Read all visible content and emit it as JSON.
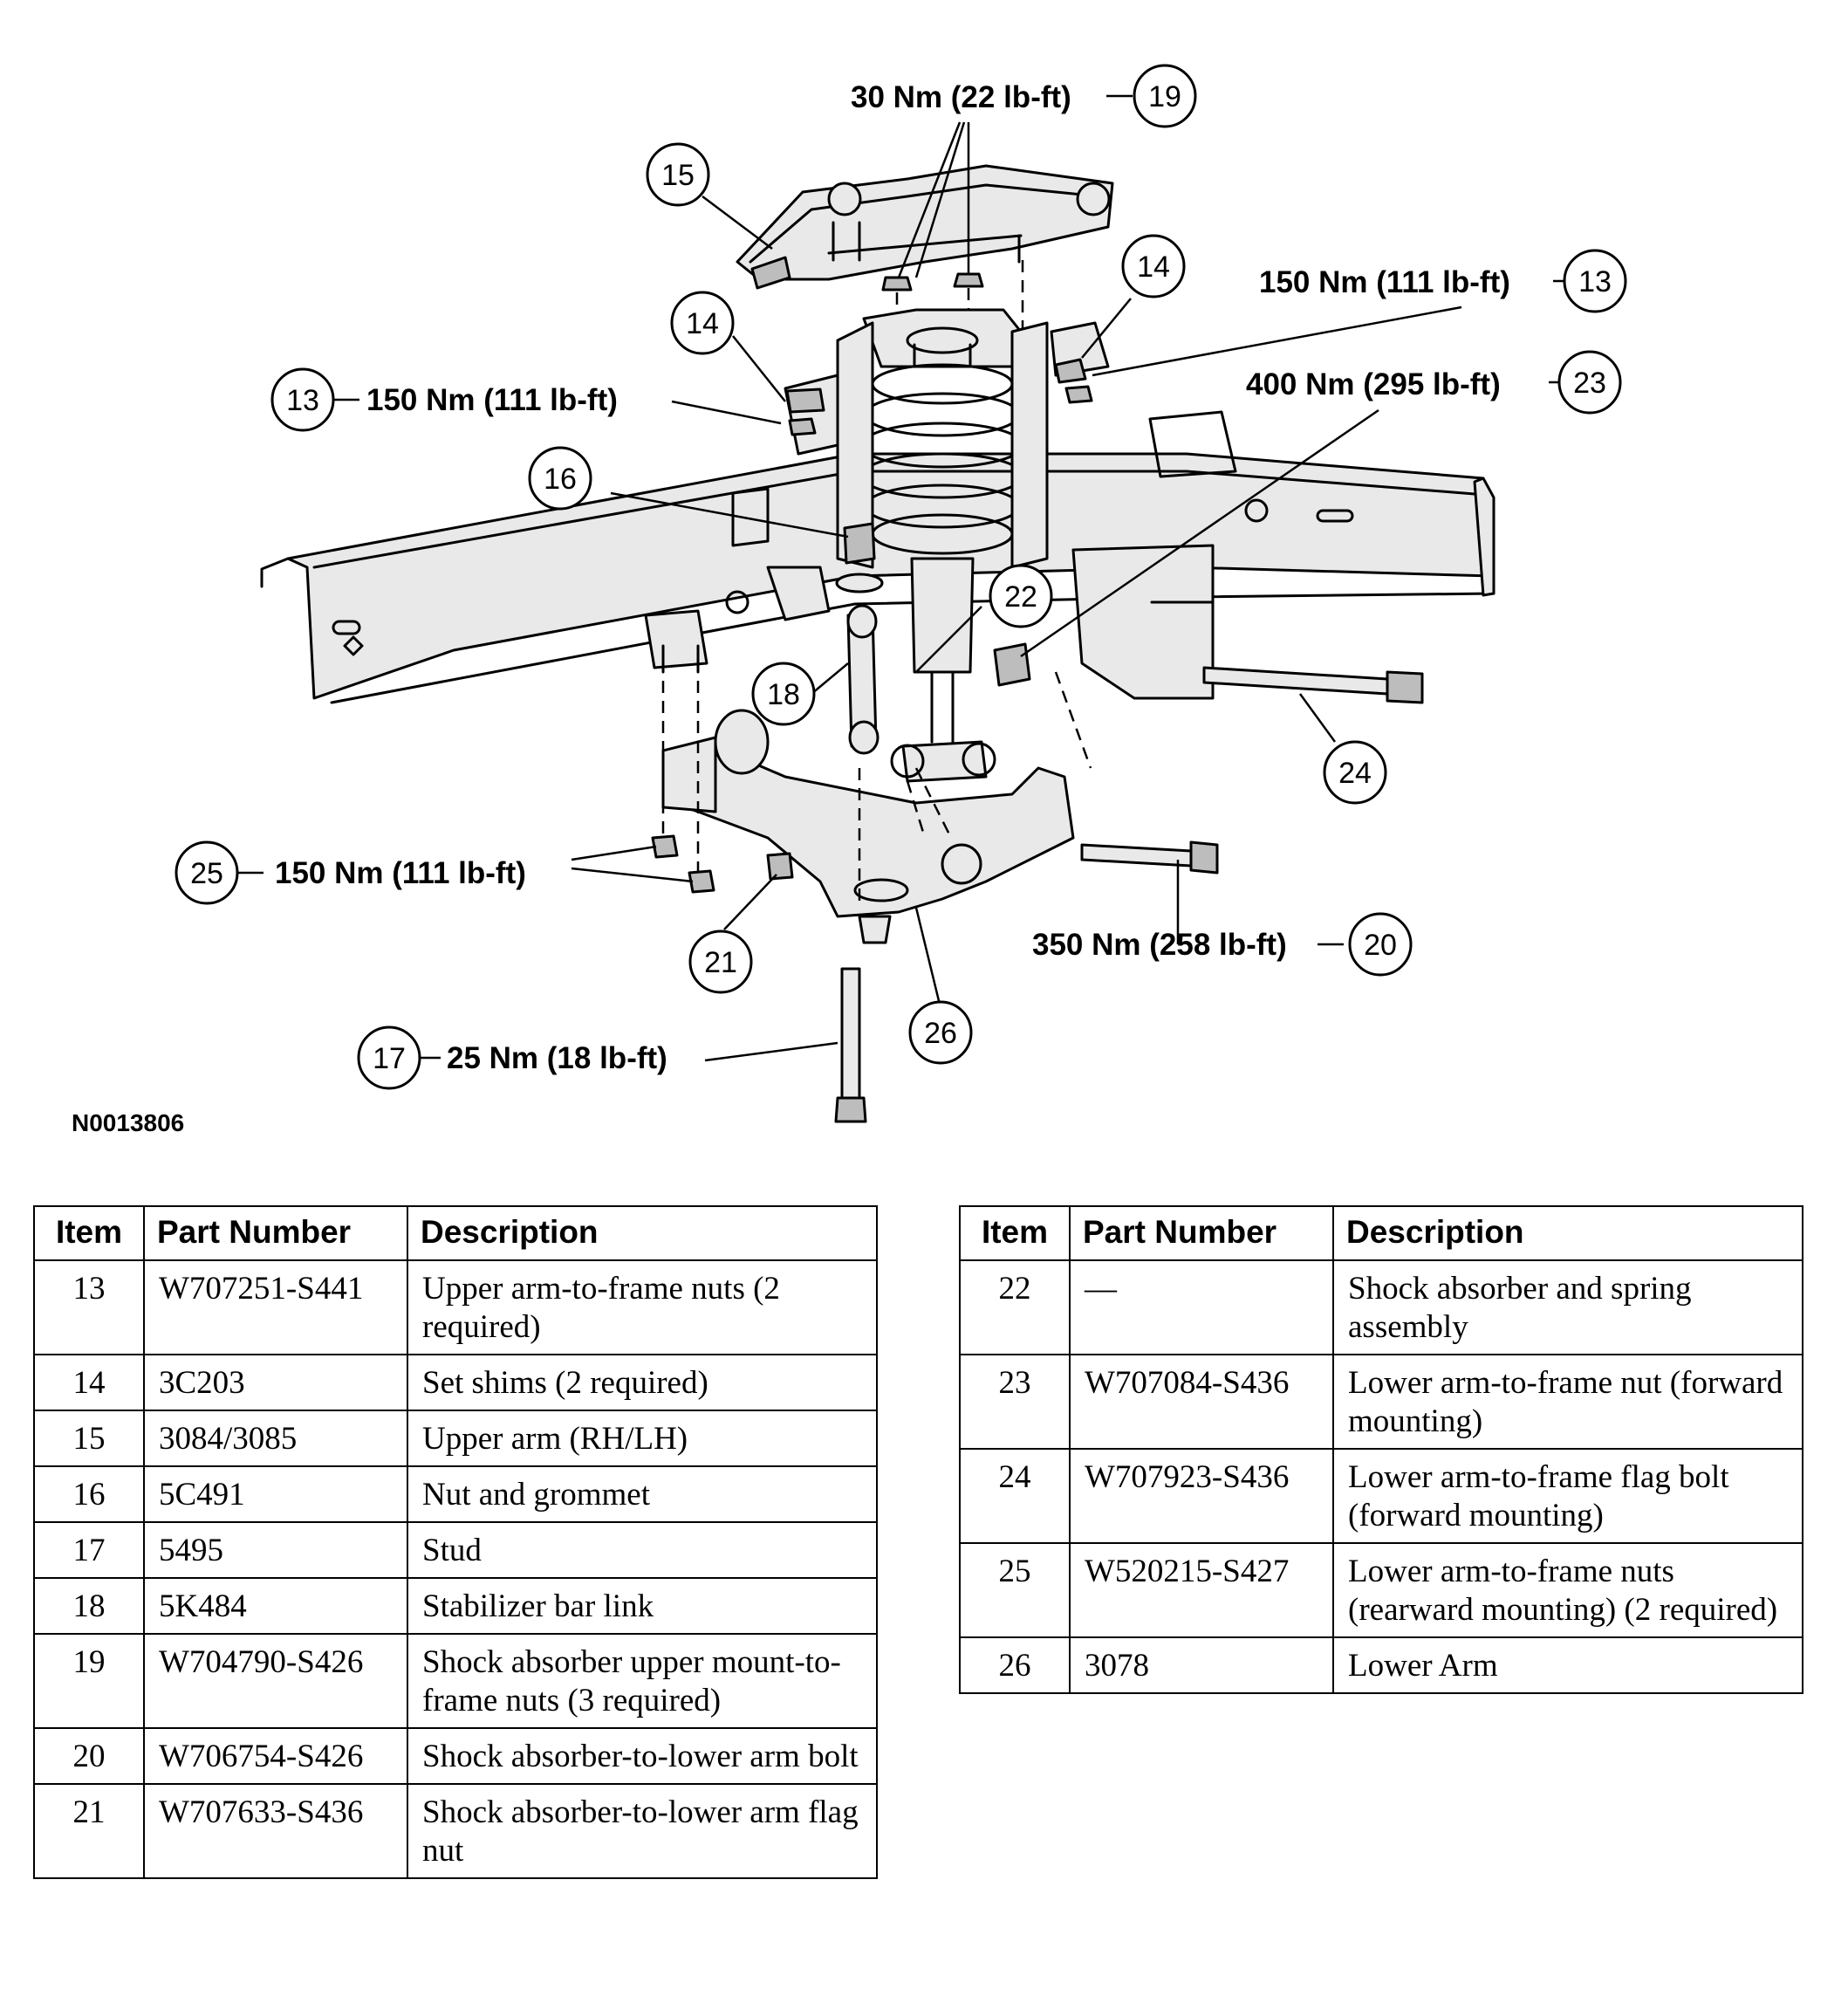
{
  "figure": {
    "id": "N0013806",
    "callouts": [
      {
        "item": "19",
        "torque": "30 Nm (22 lb-ft)"
      },
      {
        "item": "13",
        "torque": "150 Nm (111 lb-ft)"
      },
      {
        "item": "13",
        "torque": "150 Nm (111 lb-ft)"
      },
      {
        "item": "23",
        "torque": "400 Nm (295 lb-ft)"
      },
      {
        "item": "25",
        "torque": "150 Nm (111 lb-ft)"
      },
      {
        "item": "20",
        "torque": "350 Nm (258 lb-ft)"
      },
      {
        "item": "17",
        "torque": "25 Nm (18 lb-ft)"
      }
    ],
    "labels": [
      "15",
      "14",
      "14",
      "16",
      "22",
      "18",
      "24",
      "21",
      "26"
    ]
  },
  "table": {
    "headers": {
      "item": "Item",
      "part_number": "Part Number",
      "description": "Description"
    },
    "left_rows": [
      {
        "item": "13",
        "part_number": "W707251-S441",
        "description": "Upper arm-to-frame nuts (2 required)"
      },
      {
        "item": "14",
        "part_number": "3C203",
        "description": "Set shims (2 required)"
      },
      {
        "item": "15",
        "part_number": "3084/3085",
        "description": "Upper arm (RH/LH)"
      },
      {
        "item": "16",
        "part_number": "5C491",
        "description": "Nut and grommet"
      },
      {
        "item": "17",
        "part_number": "5495",
        "description": "Stud"
      },
      {
        "item": "18",
        "part_number": "5K484",
        "description": "Stabilizer bar link"
      },
      {
        "item": "19",
        "part_number": "W704790-S426",
        "description": "Shock absorber upper mount-to-frame nuts (3 required)"
      },
      {
        "item": "20",
        "part_number": "W706754-S426",
        "description": "Shock absorber-to-lower arm bolt"
      },
      {
        "item": "21",
        "part_number": "W707633-S436",
        "description": "Shock absorber-to-lower arm flag nut"
      }
    ],
    "right_rows": [
      {
        "item": "22",
        "part_number": "—",
        "description": "Shock absorber and spring assembly"
      },
      {
        "item": "23",
        "part_number": "W707084-S436",
        "description": "Lower arm-to-frame nut (forward mounting)"
      },
      {
        "item": "24",
        "part_number": "W707923-S436",
        "description": "Lower arm-to-frame flag bolt (forward mounting)"
      },
      {
        "item": "25",
        "part_number": "W520215-S427",
        "description": "Lower arm-to-frame nuts (rearward mounting) (2 required)"
      },
      {
        "item": "26",
        "part_number": "3078",
        "description": "Lower Arm"
      }
    ]
  }
}
